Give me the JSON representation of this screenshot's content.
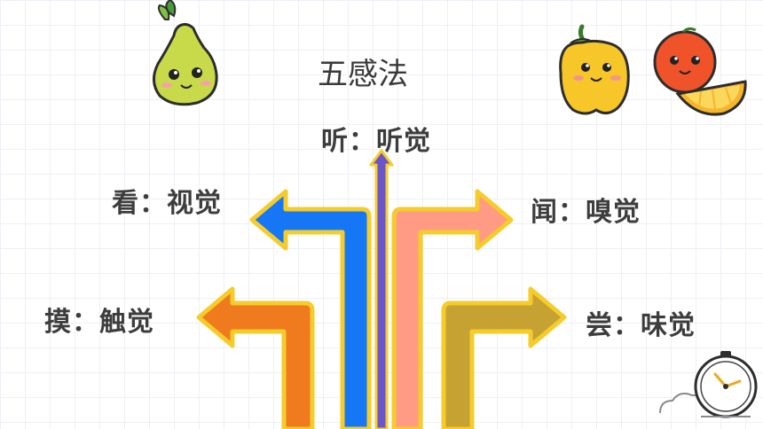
{
  "title": "五感法",
  "senses": {
    "hear": "听：听觉",
    "see": "看：视觉",
    "smell": "闻：嗅觉",
    "touch": "摸：触觉",
    "taste": "尝：味觉"
  },
  "colors": {
    "touch": "#f07a1e",
    "see": "#1577f5",
    "hear": "#6b56c9",
    "smell": "#ff9b84",
    "taste": "#c6a233",
    "outline": "#f5cc2a"
  },
  "icons": [
    "pear-icon",
    "bell-pepper-icon",
    "orange-icon",
    "clock-icon"
  ]
}
